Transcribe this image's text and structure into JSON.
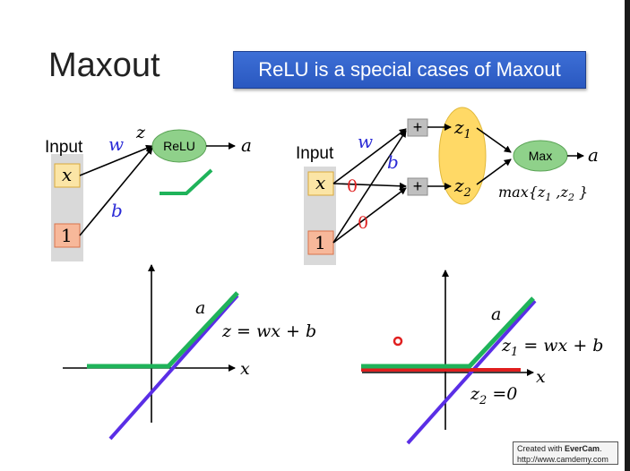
{
  "title": "Maxout",
  "banner": "ReLU is a special cases of Maxout",
  "left_network": {
    "input_label": "Input",
    "x": "x",
    "one": "1",
    "w": "w",
    "b": "b",
    "z": "z",
    "relu": "ReLU",
    "a": "a"
  },
  "right_network": {
    "input_label": "Input",
    "x": "x",
    "one": "1",
    "w": "w",
    "b": "b",
    "zero_top": "0",
    "zero_bottom": "0",
    "plus_top": "+",
    "plus_bottom": "+",
    "z1": "z",
    "z1_sub": "1",
    "z2": "z",
    "z2_sub": "2",
    "max": "Max",
    "a": "a",
    "max_expr": "max{z",
    "max_expr_sub1": "1",
    "max_expr_mid": " ,z",
    "max_expr_sub2": "2",
    "max_expr_end": " }"
  },
  "left_plot": {
    "a": "a",
    "eq": "z = wx + b",
    "x": "x"
  },
  "right_plot": {
    "a": "a",
    "z1_eq_pre": "z",
    "z1_sub": "1",
    "z1_eq_post": " = wx + b",
    "x": "x",
    "z2_pre": "z",
    "z2_sub": "2",
    "z2_post": " =0"
  },
  "watermark": {
    "line1_pre": "Created with ",
    "line1_brand": "EverCam",
    "line1_post": ".",
    "line2": "http://www.camdemy.com"
  },
  "colors": {
    "input_x_fill": "#fbe5a6",
    "input_one_fill": "#f7b89a",
    "relu_fill": "#8fd18a",
    "oval_fill": "#ffd966",
    "weight_text": "#2a2ad6",
    "zero_text": "#e02020",
    "green_line": "#1fb35a",
    "purple_line": "#5a2ee6",
    "red_line": "#e01e1e",
    "banner_bg": "#2f5fca"
  }
}
